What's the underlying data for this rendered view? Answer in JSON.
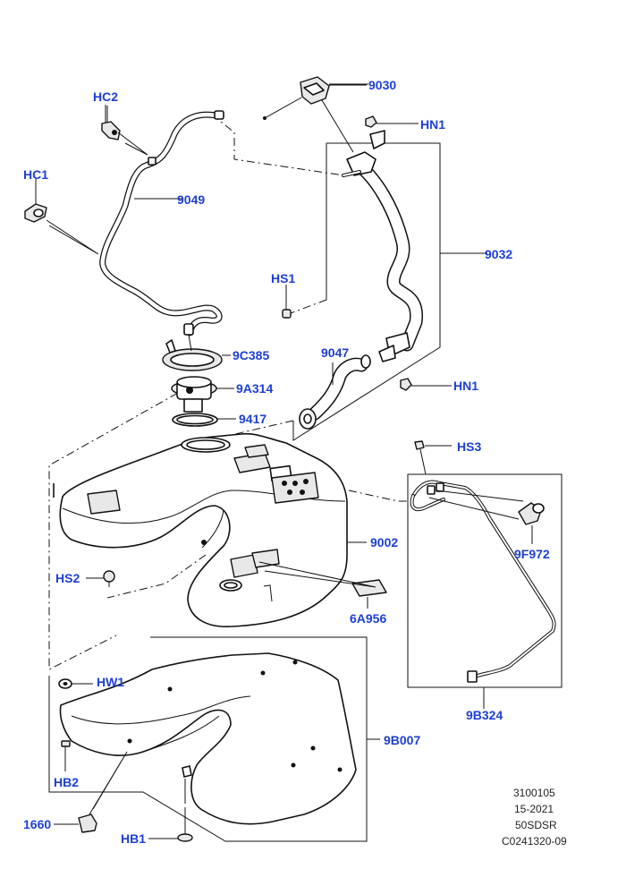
{
  "labels": {
    "hc2": "HC2",
    "hc1": "HC1",
    "p9049": "9049",
    "p9030": "9030",
    "hn1_top": "HN1",
    "p9032": "9032",
    "hs1": "HS1",
    "p9c385": "9C385",
    "p9a314": "9A314",
    "p9047": "9047",
    "hn1_mid": "HN1",
    "p9417": "9417",
    "hs3": "HS3",
    "p9002": "9002",
    "hs2": "HS2",
    "p9f972": "9F972",
    "p6a956": "6A956",
    "hw1": "HW1",
    "p9b324": "9B324",
    "p9b007": "9B007",
    "hb2": "HB2",
    "p1660": "1660",
    "hb1": "HB1"
  },
  "reference": {
    "line1": "3100105",
    "line2": "15-2021",
    "line3": "50SDSR",
    "line4": "C0241320-09"
  },
  "colors": {
    "label": "#1d3fd6",
    "ink": "#111111",
    "background": "#ffffff"
  }
}
